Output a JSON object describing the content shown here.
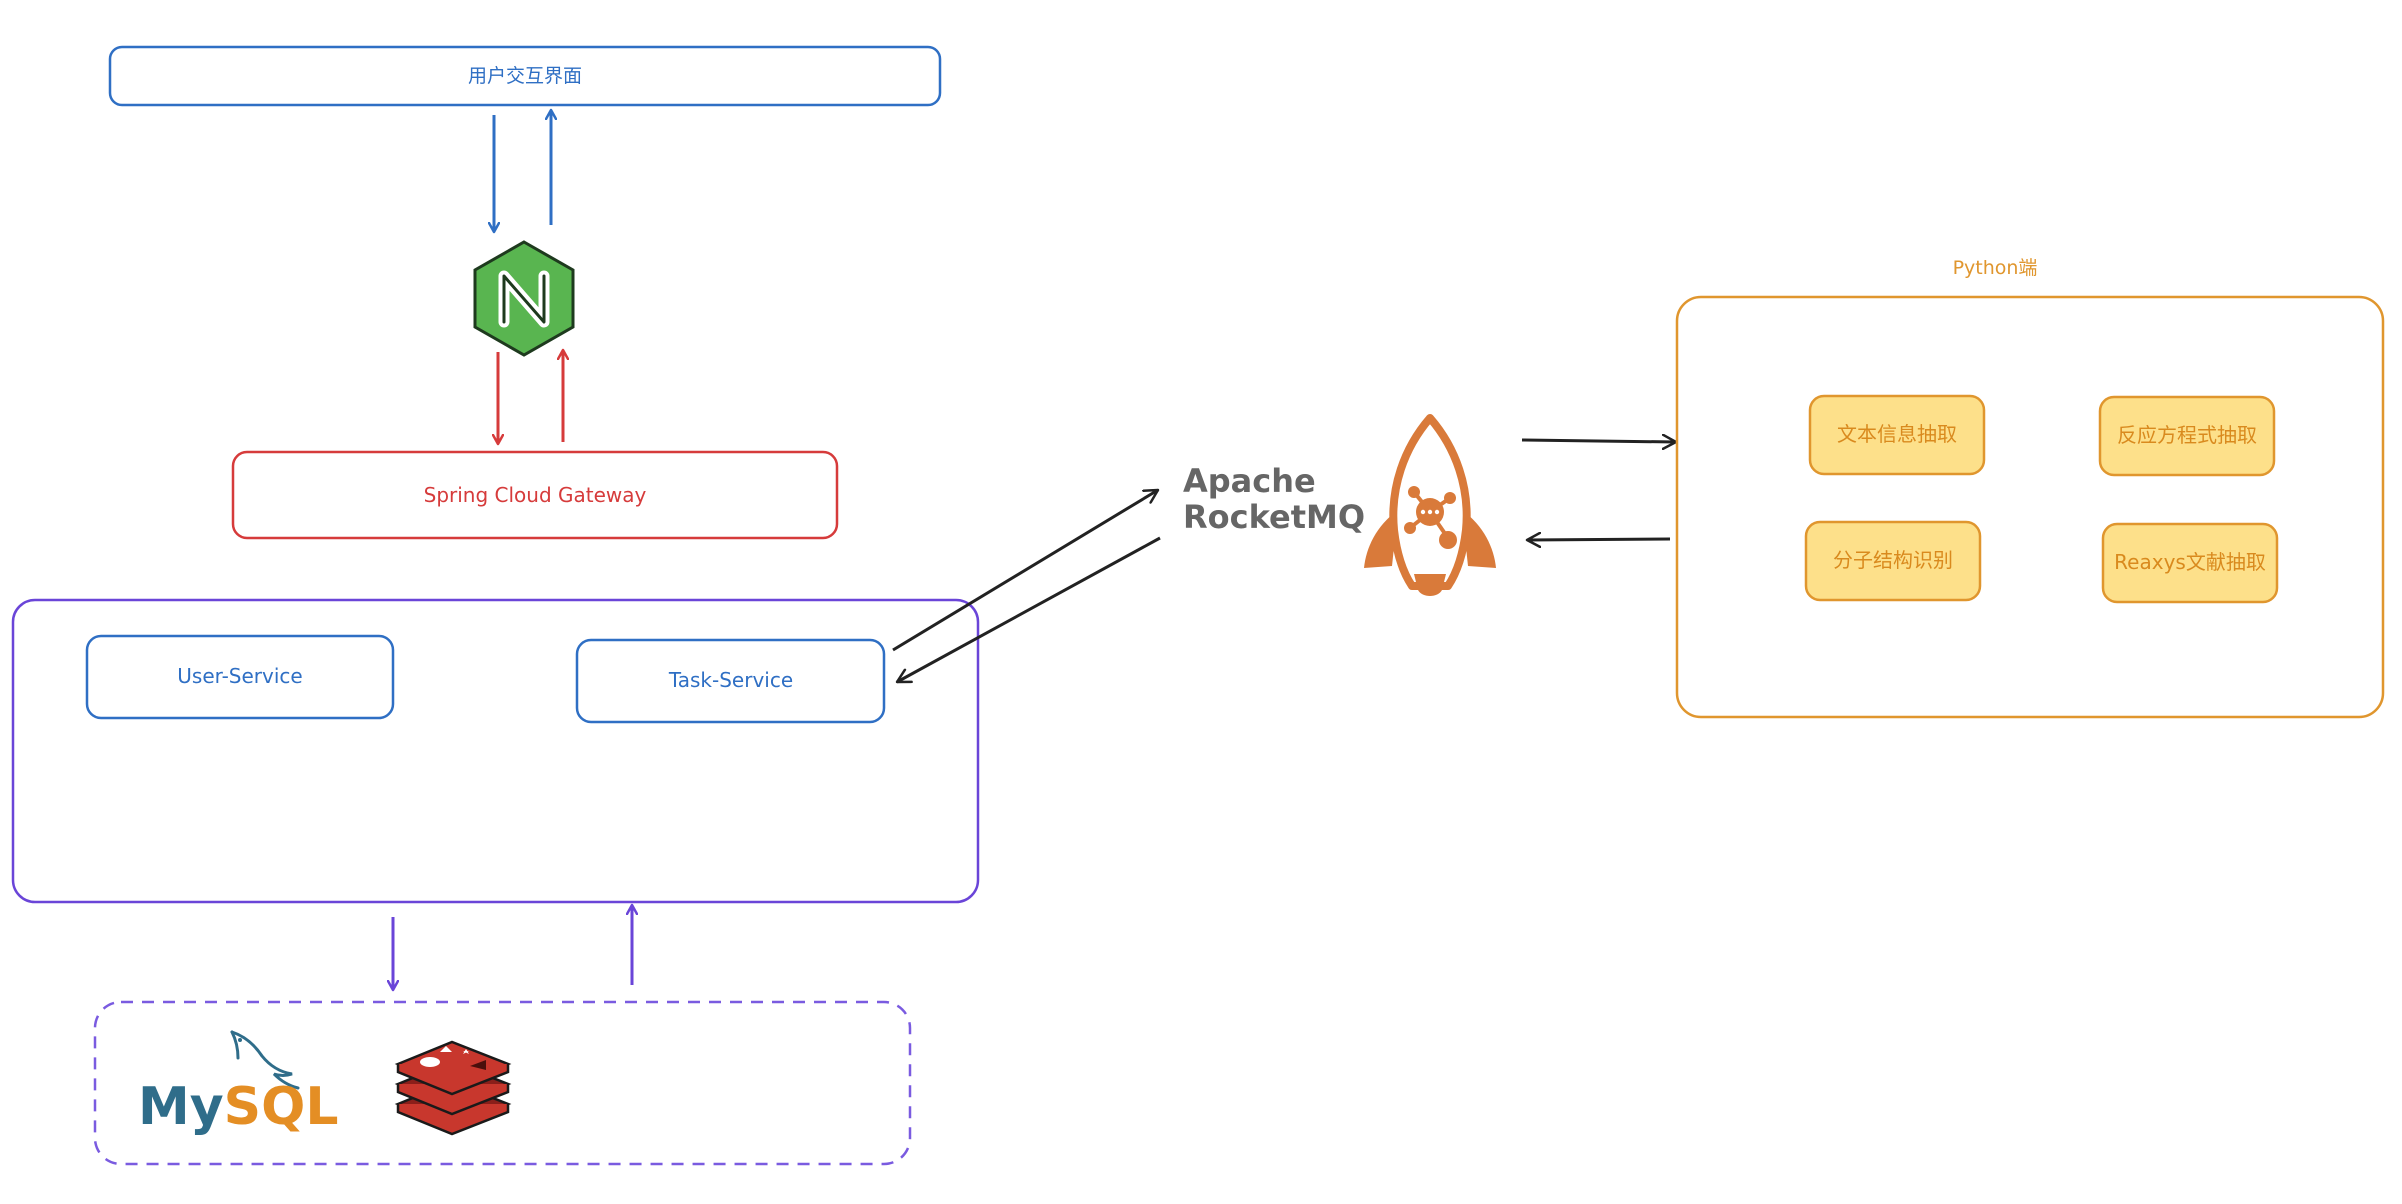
{
  "ui": {
    "ui_label": "用户交互界面"
  },
  "gateway": {
    "label": "Spring Cloud Gateway"
  },
  "services": {
    "user_service": "User-Service",
    "task_service": "Task-Service"
  },
  "mq": {
    "line1": "Apache",
    "line2": "RocketMQ"
  },
  "python": {
    "title": "Python端",
    "modules": [
      "文本信息抽取",
      "反应方程式抽取",
      "分子结构识别",
      "Reaxys文献抽取"
    ]
  },
  "storage": {
    "mysql_logo_text": "MySQL"
  },
  "colors": {
    "blue": "#2f6fc4",
    "red": "#d63b3b",
    "purple": "#6a45d8",
    "orange": "#e0962e",
    "module_fill": "#fde08a",
    "nginx_green": "#59b550",
    "rocket_orange": "#d97a3a",
    "redis_red": "#c8372d",
    "mysql_blue": "#2f6d8a",
    "mysql_orange": "#e48e24",
    "mq_text_gray": "#666666",
    "arrow_black": "#222222"
  },
  "icons": [
    "nginx-logo-icon",
    "rocketmq-rocket-icon",
    "mysql-dolphin-icon",
    "redis-stack-icon"
  ]
}
